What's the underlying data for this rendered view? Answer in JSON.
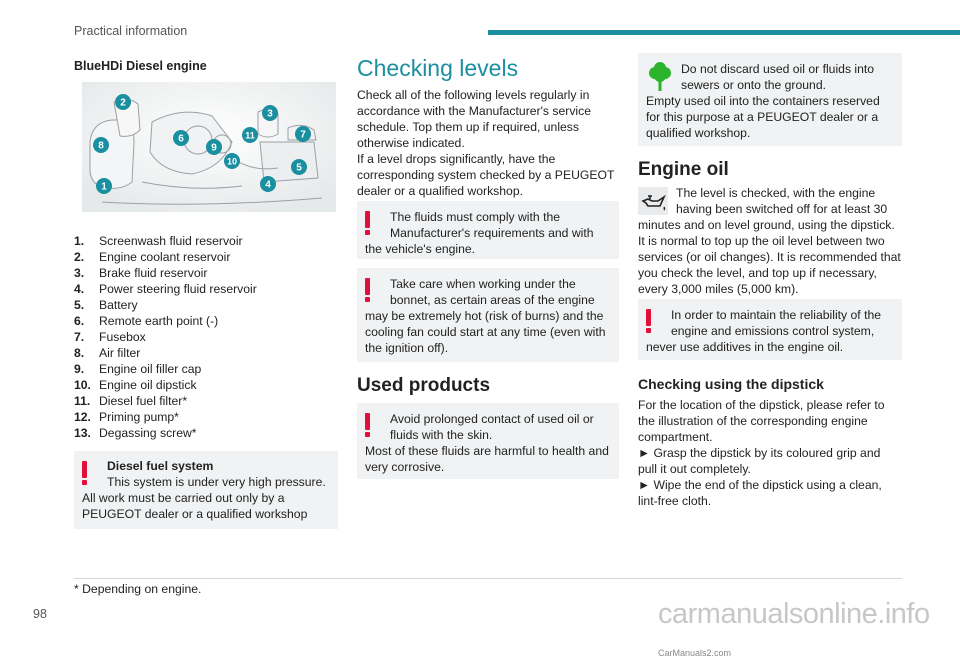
{
  "header": {
    "section_title": "Practical information"
  },
  "col1": {
    "heading": "BlueHDi Diesel engine",
    "diagram_numbers": [
      "1",
      "2",
      "3",
      "4",
      "5",
      "6",
      "7",
      "8",
      "9",
      "10",
      "11"
    ],
    "parts": [
      {
        "num": "1.",
        "label": "Screenwash fluid reservoir"
      },
      {
        "num": "2.",
        "label": "Engine coolant reservoir"
      },
      {
        "num": "3.",
        "label": "Brake fluid reservoir"
      },
      {
        "num": "4.",
        "label": "Power steering fluid reservoir"
      },
      {
        "num": "5.",
        "label": "Battery"
      },
      {
        "num": "6.",
        "label": "Remote earth point (-)"
      },
      {
        "num": "7.",
        "label": "Fusebox"
      },
      {
        "num": "8.",
        "label": "Air filter"
      },
      {
        "num": "9.",
        "label": "Engine oil filler cap"
      },
      {
        "num": "10.",
        "label": "Engine oil dipstick"
      },
      {
        "num": "11.",
        "label": "Diesel fuel filter*"
      },
      {
        "num": "12.",
        "label": "Priming pump*"
      },
      {
        "num": "13.",
        "label": "Degassing screw*"
      }
    ],
    "diesel_note": {
      "title": "Diesel fuel system",
      "line1": "This system is under very high pressure.",
      "rest": "All work must be carried out only by a PEUGEOT dealer or a qualified workshop"
    }
  },
  "col2": {
    "title": "Checking levels",
    "intro": "Check all of the following levels regularly in accordance with the Manufacturer's service schedule. Top them up if required, unless otherwise indicated.",
    "intro2": "If a level drops significantly, have the corresponding system checked by a PEUGEOT dealer or a qualified workshop.",
    "note1_first": "The fluids must comply with the Manufacturer's requirements and with",
    "note1_rest": "the vehicle's engine.",
    "note2_first": "Take care when working under the bonnet, as certain areas of the engine",
    "note2_rest": "may be extremely hot (risk of burns) and the cooling fan could start at any time (even with the ignition off).",
    "used_heading": "Used products",
    "note3_first": "Avoid prolonged contact of used oil or fluids with the skin.",
    "note3_rest": "Most of these fluids are harmful to health and very corrosive."
  },
  "col3": {
    "env_first": "Do not discard used oil or fluids into sewers or onto the ground.",
    "env_rest": "Empty used oil into the containers reserved for this purpose at a PEUGEOT dealer or a qualified workshop.",
    "oil_heading": "Engine oil",
    "oil_first": "The level is checked, with the engine having been switched off for at least 30",
    "oil_rest": "minutes and on level ground, using the dipstick.",
    "oil_para2": "It is normal to top up the oil level between two services (or oil changes). It is recommended that you check the level, and top up if necessary, every 3,000 miles (5,000 km).",
    "note_first": "In order to maintain the reliability of the engine and emissions control system,",
    "note_rest": "never use additives in the engine oil.",
    "dipstick_heading": "Checking using the dipstick",
    "dipstick_intro": "For the location of the dipstick, please refer to the illustration of the corresponding engine compartment.",
    "step1": "► Grasp the dipstick by its coloured grip and pull it out completely.",
    "step2": "► Wipe the end of the dipstick using a clean, lint-free cloth."
  },
  "footer": {
    "footnote": "* Depending on engine.",
    "page_number": "98",
    "watermark": "carmanualsonline.info",
    "watermark_small": "CarManuals2.com"
  },
  "colors": {
    "accent": "#1a8fa0",
    "warning": "#e0103a",
    "note_bg": "#f0f2f3",
    "env_green": "#2bb32b"
  }
}
